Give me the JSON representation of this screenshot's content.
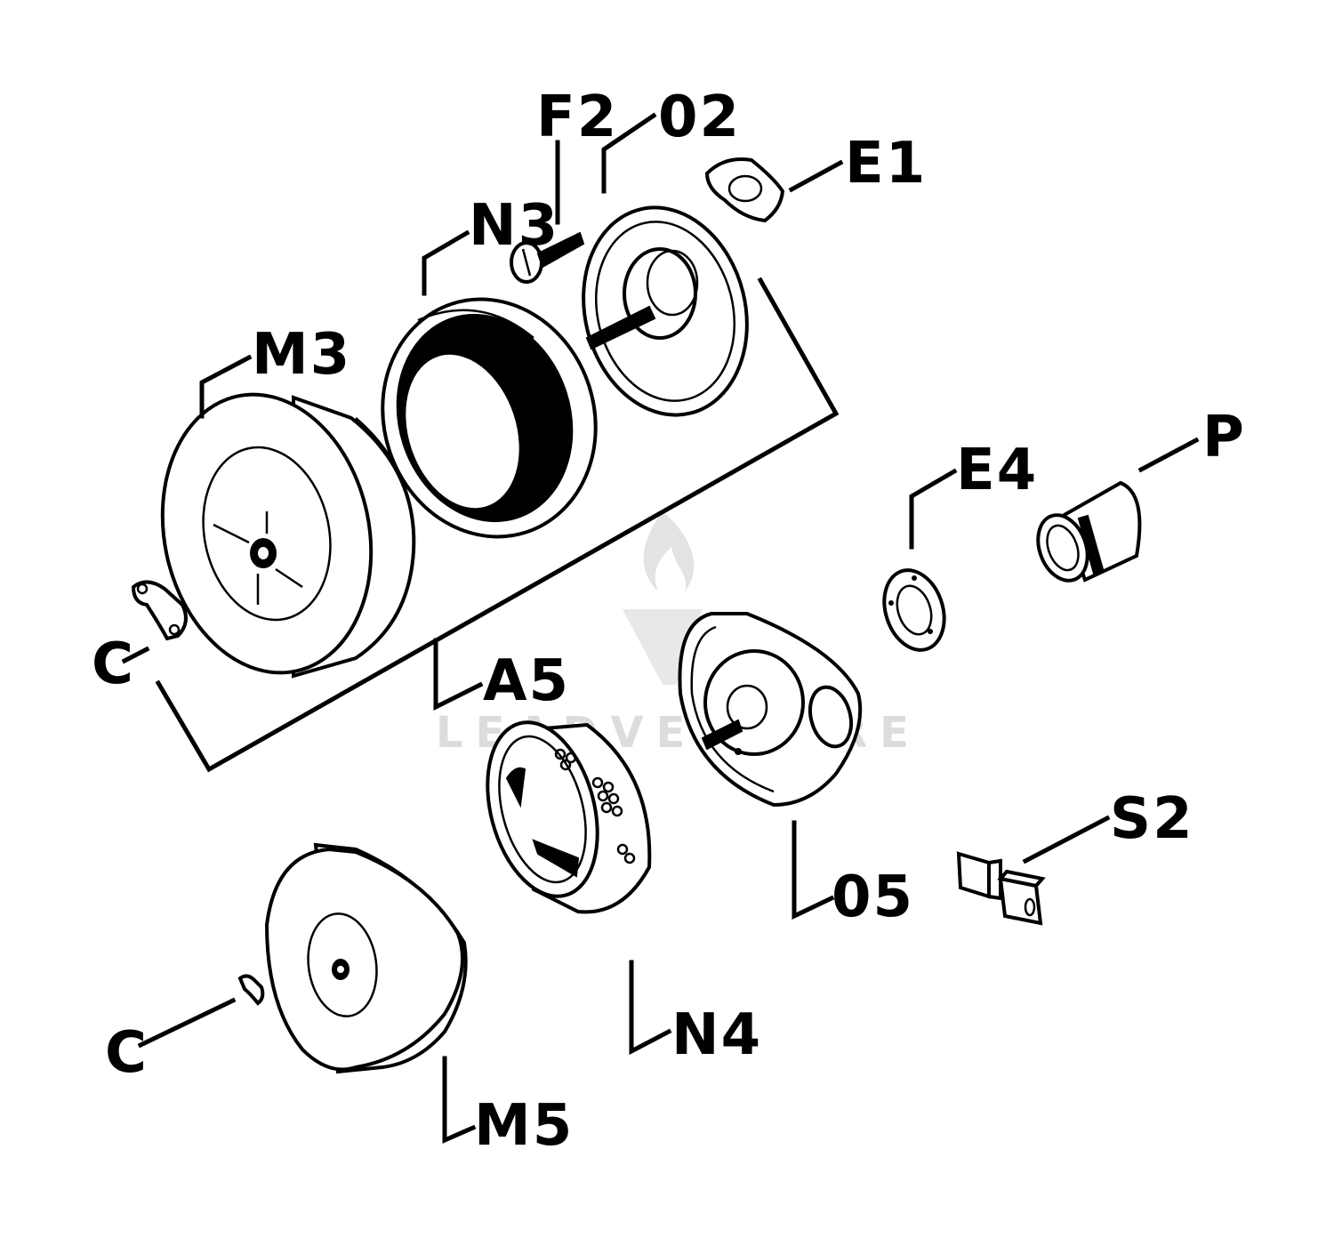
{
  "labels": {
    "F2": "F2",
    "O2": "02",
    "E1": "E1",
    "N3": "N3",
    "M3": "M3",
    "E4": "E4",
    "P": "P",
    "C_top": "C",
    "A5": "A5",
    "O5": "05",
    "S2": "S2",
    "N4": "N4",
    "C_bottom": "C",
    "M5": "M5"
  },
  "watermark": {
    "text": "LEADVENTURE",
    "color": "#d9d9d9"
  },
  "colors": {
    "ink": "#000000",
    "background": "#ffffff"
  }
}
